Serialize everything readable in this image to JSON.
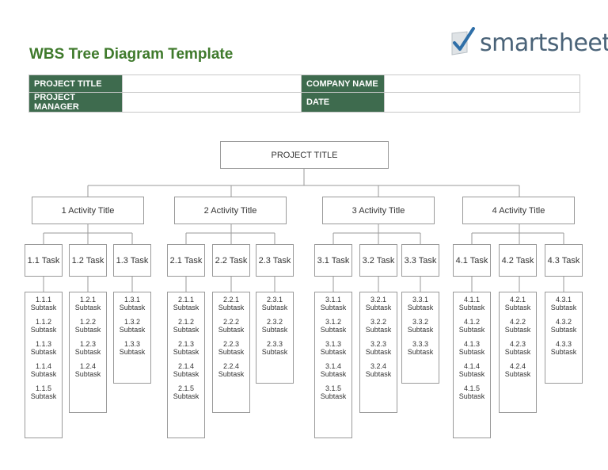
{
  "header": {
    "title": "WBS Tree Diagram Template",
    "logo_text": "smartsheet",
    "brand_green": "#3e6b4e"
  },
  "info": {
    "project_title_label": "PROJECT TITLE",
    "project_title_value": "",
    "company_name_label": "COMPANY NAME",
    "company_name_value": "",
    "project_manager_label": "PROJECT MANAGER",
    "project_manager_value": "",
    "date_label": "DATE",
    "date_value": ""
  },
  "tree": {
    "root": "PROJECT TITLE",
    "activities": [
      {
        "label": "1 Activity Title",
        "tasks": [
          {
            "label": "1.1 Task",
            "subtasks": [
              [
                "1.1.1",
                "Subtask"
              ],
              [
                "1.1.2",
                "Subtask"
              ],
              [
                "1.1.3",
                "Subtask"
              ],
              [
                "1.1.4",
                "Subtask"
              ],
              [
                "1.1.5",
                "Subtask"
              ]
            ]
          },
          {
            "label": "1.2 Task",
            "subtasks": [
              [
                "1.2.1",
                "Subtask"
              ],
              [
                "1.2.2",
                "Subtask"
              ],
              [
                "1.2.3",
                "Subtask"
              ],
              [
                "1.2.4",
                "Subtask"
              ]
            ]
          },
          {
            "label": "1.3 Task",
            "subtasks": [
              [
                "1.3.1",
                "Subtask"
              ],
              [
                "1.3.2",
                "Subtask"
              ],
              [
                "1.3.3",
                "Subtask"
              ]
            ]
          }
        ]
      },
      {
        "label": "2 Activity Title",
        "tasks": [
          {
            "label": "2.1 Task",
            "subtasks": [
              [
                "2.1.1",
                "Subtask"
              ],
              [
                "2.1.2",
                "Subtask"
              ],
              [
                "2.1.3",
                "Subtask"
              ],
              [
                "2.1.4",
                "Subtask"
              ],
              [
                "2.1.5",
                "Subtask"
              ]
            ]
          },
          {
            "label": "2.2 Task",
            "subtasks": [
              [
                "2.2.1",
                "Subtask"
              ],
              [
                "2.2.2",
                "Subtask"
              ],
              [
                "2.2.3",
                "Subtask"
              ],
              [
                "2.2.4",
                "Subtask"
              ]
            ]
          },
          {
            "label": "2.3 Task",
            "subtasks": [
              [
                "2.3.1",
                "Subtask"
              ],
              [
                "2.3.2",
                "Subtask"
              ],
              [
                "2.3.3",
                "Subtask"
              ]
            ]
          }
        ]
      },
      {
        "label": "3 Activity Title",
        "tasks": [
          {
            "label": "3.1 Task",
            "subtasks": [
              [
                "3.1.1",
                "Subtask"
              ],
              [
                "3.1.2",
                "Subtask"
              ],
              [
                "3.1.3",
                "Subtask"
              ],
              [
                "3.1.4",
                "Subtask"
              ],
              [
                "3.1.5",
                "Subtask"
              ]
            ]
          },
          {
            "label": "3.2 Task",
            "subtasks": [
              [
                "3.2.1",
                "Subtask"
              ],
              [
                "3.2.2",
                "Subtask"
              ],
              [
                "3.2.3",
                "Subtask"
              ],
              [
                "3.2.4",
                "Subtask"
              ]
            ]
          },
          {
            "label": "3.3 Task",
            "subtasks": [
              [
                "3.3.1",
                "Subtask"
              ],
              [
                "3.3.2",
                "Subtask"
              ],
              [
                "3.3.3",
                "Subtask"
              ]
            ]
          }
        ]
      },
      {
        "label": "4 Activity Title",
        "tasks": [
          {
            "label": "4.1 Task",
            "subtasks": [
              [
                "4.1.1",
                "Subtask"
              ],
              [
                "4.1.2",
                "Subtask"
              ],
              [
                "4.1.3",
                "Subtask"
              ],
              [
                "4.1.4",
                "Subtask"
              ],
              [
                "4.1.5",
                "Subtask"
              ]
            ]
          },
          {
            "label": "4.2 Task",
            "subtasks": [
              [
                "4.2.1",
                "Subtask"
              ],
              [
                "4.2.2",
                "Subtask"
              ],
              [
                "4.2.3",
                "Subtask"
              ],
              [
                "4.2.4",
                "Subtask"
              ]
            ]
          },
          {
            "label": "4.3 Task",
            "subtasks": [
              [
                "4.3.1",
                "Subtask"
              ],
              [
                "4.3.2",
                "Subtask"
              ],
              [
                "4.3.3",
                "Subtask"
              ]
            ]
          }
        ]
      }
    ]
  }
}
